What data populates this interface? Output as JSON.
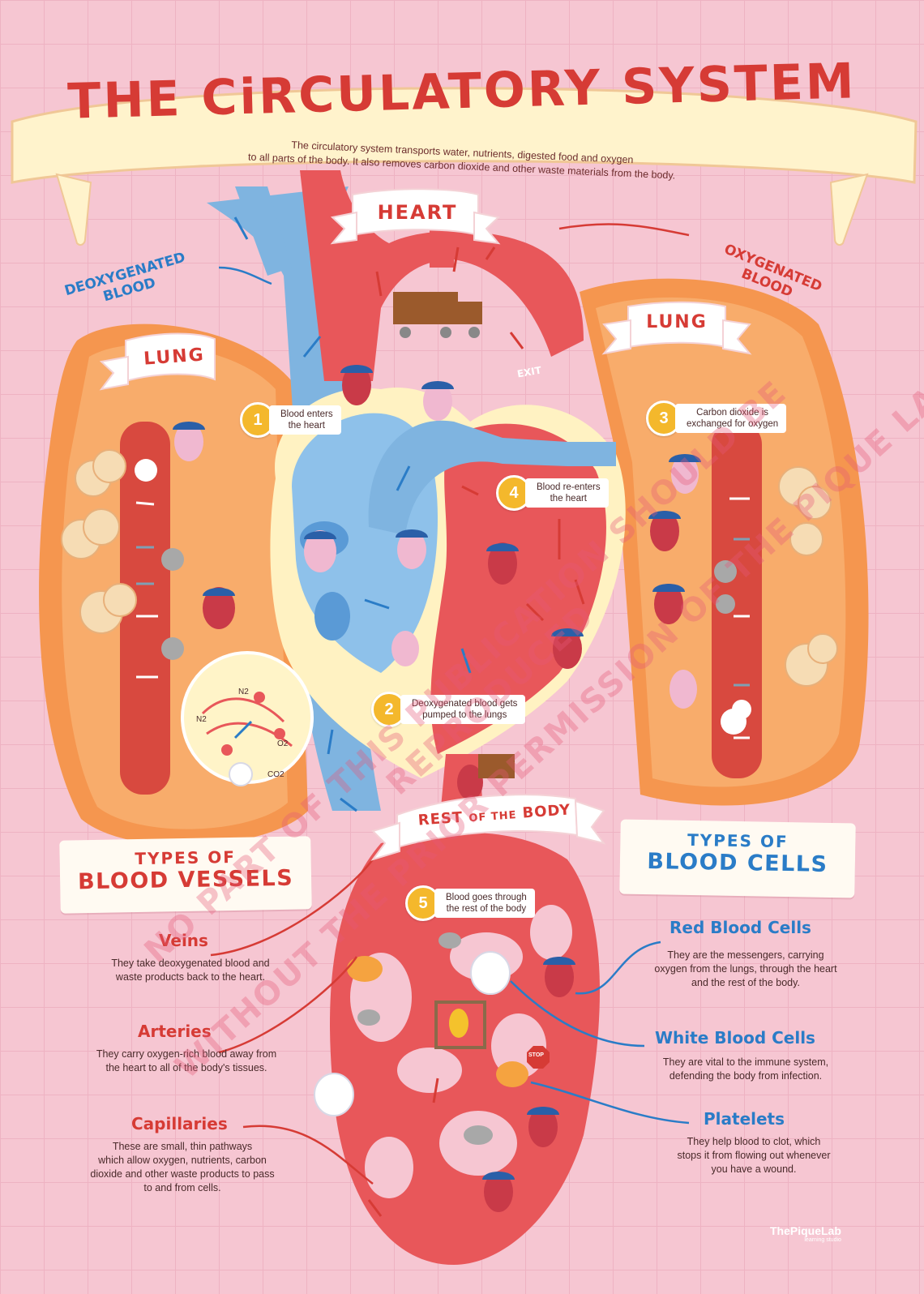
{
  "title": "THE CiRCULATORY SYSTEM",
  "subtitle_line1": "The circulatory system transports water, nutrients, digested food and oxygen",
  "subtitle_line2": "to all parts of the body. It also removes carbon dioxide and other waste materials from the body.",
  "banners": {
    "heart": "HEART",
    "lung_left": "LUNG",
    "lung_right": "LUNG",
    "rest_a": "REST",
    "rest_b": "OF THE",
    "rest_c": "BODY",
    "exit": "EXIT"
  },
  "flow_labels": {
    "deox_1": "DEOXYGENATED",
    "deox_2": "BLOOD",
    "ox_1": "OXYGENATED",
    "ox_2": "BLOOD"
  },
  "steps": [
    {
      "num": "1",
      "line1": "Blood enters",
      "line2": "the heart"
    },
    {
      "num": "2",
      "line1": "Deoxygenated blood gets",
      "line2": "pumped to the lungs"
    },
    {
      "num": "3",
      "line1": "Carbon dioxide is",
      "line2": "exchanged for oxygen"
    },
    {
      "num": "4",
      "line1": "Blood re-enters",
      "line2": "the heart"
    },
    {
      "num": "5",
      "line1": "Blood goes through",
      "line2": "the rest of the body"
    }
  ],
  "gas_labels": {
    "n2a": "N2",
    "n2b": "N2",
    "o2": "O2",
    "co2": "CO2"
  },
  "stop_sign": "STOP",
  "vessels": {
    "box_line1": "TYPES OF",
    "box_line2": "BLOOD VESSELS",
    "items": [
      {
        "name": "Veins",
        "d1": "They take deoxygenated blood and",
        "d2": "waste products back to the heart.",
        "d3": "",
        "d4": ""
      },
      {
        "name": "Arteries",
        "d1": "They carry oxygen-rich blood away from",
        "d2": "the heart to all of the body's tissues.",
        "d3": "",
        "d4": ""
      },
      {
        "name": "Capillaries",
        "d1": "These are small, thin pathways",
        "d2": "which allow oxygen, nutrients, carbon",
        "d3": "dioxide and other waste products to pass",
        "d4": "to and from cells."
      }
    ]
  },
  "cells": {
    "box_line1": "TYPES OF",
    "box_line2": "BLOOD CELLS",
    "items": [
      {
        "name": "Red Blood Cells",
        "d1": "They are the messengers, carrying",
        "d2": "oxygen from the lungs, through the heart",
        "d3": "and the rest of the body."
      },
      {
        "name": "White Blood Cells",
        "d1": "They are vital to the immune system,",
        "d2": "defending the body from infection.",
        "d3": ""
      },
      {
        "name": "Platelets",
        "d1": "They help blood to clot, which",
        "d2": "stops it from flowing out whenever",
        "d3": "you have a wound."
      }
    ]
  },
  "watermark": {
    "line1": "NO PART OF THIS PUBLICATION SHOULD BE REPRODUCED",
    "line2": "WITHOUT THE PRIOR PERMISSION OF THE PIQUE LAB"
  },
  "logo": {
    "name": "ThePiqueLab",
    "tagline": "learning studio"
  },
  "colors": {
    "background": "#f6c6d2",
    "artery_red": "#e8575a",
    "vein_blue": "#7fb4e0",
    "lung_orange": "#f5964f",
    "title_red": "#d63b35",
    "heading_blue": "#2a7cc7",
    "step_yellow": "#f4b82c"
  }
}
